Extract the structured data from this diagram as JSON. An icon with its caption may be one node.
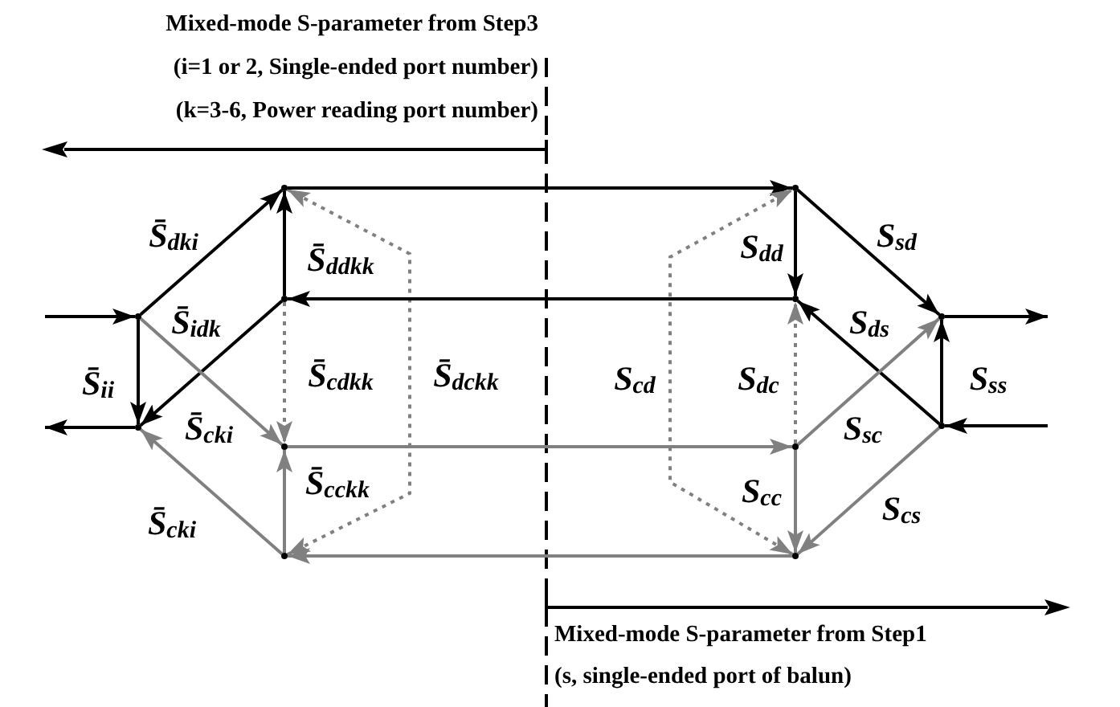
{
  "diagram": {
    "nodes": [
      {
        "text": [],
        "shape": "circle"
      },
      {
        "text": [],
        "shape": "circle"
      },
      {
        "text": [],
        "shape": "circle"
      },
      {
        "text": [],
        "shape": "circle"
      },
      {
        "text": [],
        "shape": "circle"
      },
      {
        "text": [],
        "shape": "circle"
      },
      {
        "text": [],
        "shape": "circle"
      },
      {
        "text": [],
        "shape": "circle"
      },
      {
        "text": [],
        "shape": "circle"
      },
      {
        "text": [],
        "shape": "circle"
      },
      {
        "text": [],
        "shape": "circle"
      },
      {
        "text": [],
        "shape": "circle"
      }
    ],
    "edges": [
      {
        "from": null,
        "to": 0,
        "arrow": "to"
      },
      {
        "from": 1,
        "to": null,
        "arrow": "to"
      },
      {
        "from": 0,
        "to": 2,
        "arrow": "to",
        "label": "S̄$_{dki}$"
      },
      {
        "from": 0,
        "to": 1,
        "arrow": "to",
        "label": "S̄$_{ii}$"
      },
      {
        "from": 3,
        "to": 2,
        "arrow": "to",
        "label": "S̄$_{ddkk}$"
      },
      {
        "from": 3,
        "to": 1,
        "arrow": "to",
        "label": "S̄$_{idk}$"
      },
      {
        "from": 0,
        "to": 4,
        "arrow": "to",
        "label": "S̄$_{cki}$",
        "color": "#808080"
      },
      {
        "from": 5,
        "to": 1,
        "arrow": "to",
        "label": "S̄$_{cki}$",
        "color": "#808080"
      },
      {
        "from": 5,
        "to": 4,
        "arrow": "to",
        "label": "S̄$_{cckk}$",
        "color": "#808080"
      },
      {
        "from": 3,
        "to": 4,
        "arrow": "to",
        "label": "S̄$_{cdkk}$",
        "style": "dashed",
        "color": "#808080"
      },
      {
        "from": 5,
        "to": 2,
        "arrow": "both",
        "label": "S̄$_{dckk}$",
        "style": "dashed",
        "color": "#808080"
      },
      {
        "from": 2,
        "to": 6,
        "arrow": "to"
      },
      {
        "from": 7,
        "to": 3,
        "arrow": "to"
      },
      {
        "from": 4,
        "to": 8,
        "arrow": "to",
        "color": "#808080"
      },
      {
        "from": 9,
        "to": 5,
        "arrow": "to",
        "color": "#808080"
      },
      {
        "from": 6,
        "to": 7,
        "arrow": "to",
        "label": "S$_{dd}$"
      },
      {
        "from": 6,
        "to": 10,
        "arrow": "to",
        "label": "S$_{sd}$"
      },
      {
        "from": 11,
        "to": 7,
        "arrow": "to",
        "label": "S$_{ds}$"
      },
      {
        "from": 11,
        "to": 10,
        "arrow": "to",
        "label": "S$_{ss}$"
      },
      {
        "from": 8,
        "to": 10,
        "arrow": "to",
        "label": "S$_{sc}$",
        "color": "#808080"
      },
      {
        "from": 8,
        "to": 9,
        "arrow": "to",
        "label": "S$_{cc}$",
        "color": "#808080"
      },
      {
        "from": 11,
        "to": 9,
        "arrow": "to",
        "label": "S$_{cs}$",
        "color": "#808080"
      },
      {
        "from": 8,
        "to": 7,
        "arrow": "to",
        "label": "S$_{dc}$",
        "style": "dashed",
        "color": "#808080"
      },
      {
        "from": 9,
        "to": 6,
        "arrow": "both",
        "label": "S$_{cd}$",
        "style": "dashed",
        "color": "#808080"
      },
      {
        "from": 10,
        "to": null,
        "arrow": "to"
      },
      {
        "from": null,
        "to": 11,
        "arrow": "to"
      }
    ],
    "labels": [
      "Mixed-mode S-parameter from Step3",
      "(i=1 or 2, Single-ended port number)",
      "(k=3-6, Power reading port number)",
      "Mixed-mode S-parameter from Step1",
      "(s, single-ended port of balun)"
    ]
  }
}
